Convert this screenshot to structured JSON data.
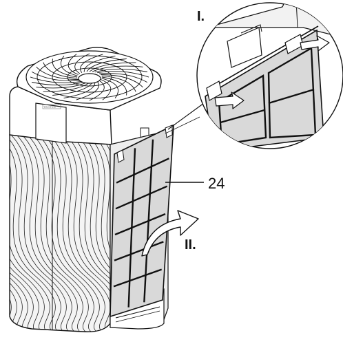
{
  "labels": {
    "step_one": "I.",
    "step_two": "II.",
    "part_number": "24"
  },
  "device": {
    "brand_text": "TROTEC"
  },
  "colors": {
    "line": "#111111",
    "filter_fill": "#d9d9d9",
    "housing_fill": "#ffffff",
    "body_fill": "#f4f4f4",
    "arrow_fill": "#ffffff"
  }
}
